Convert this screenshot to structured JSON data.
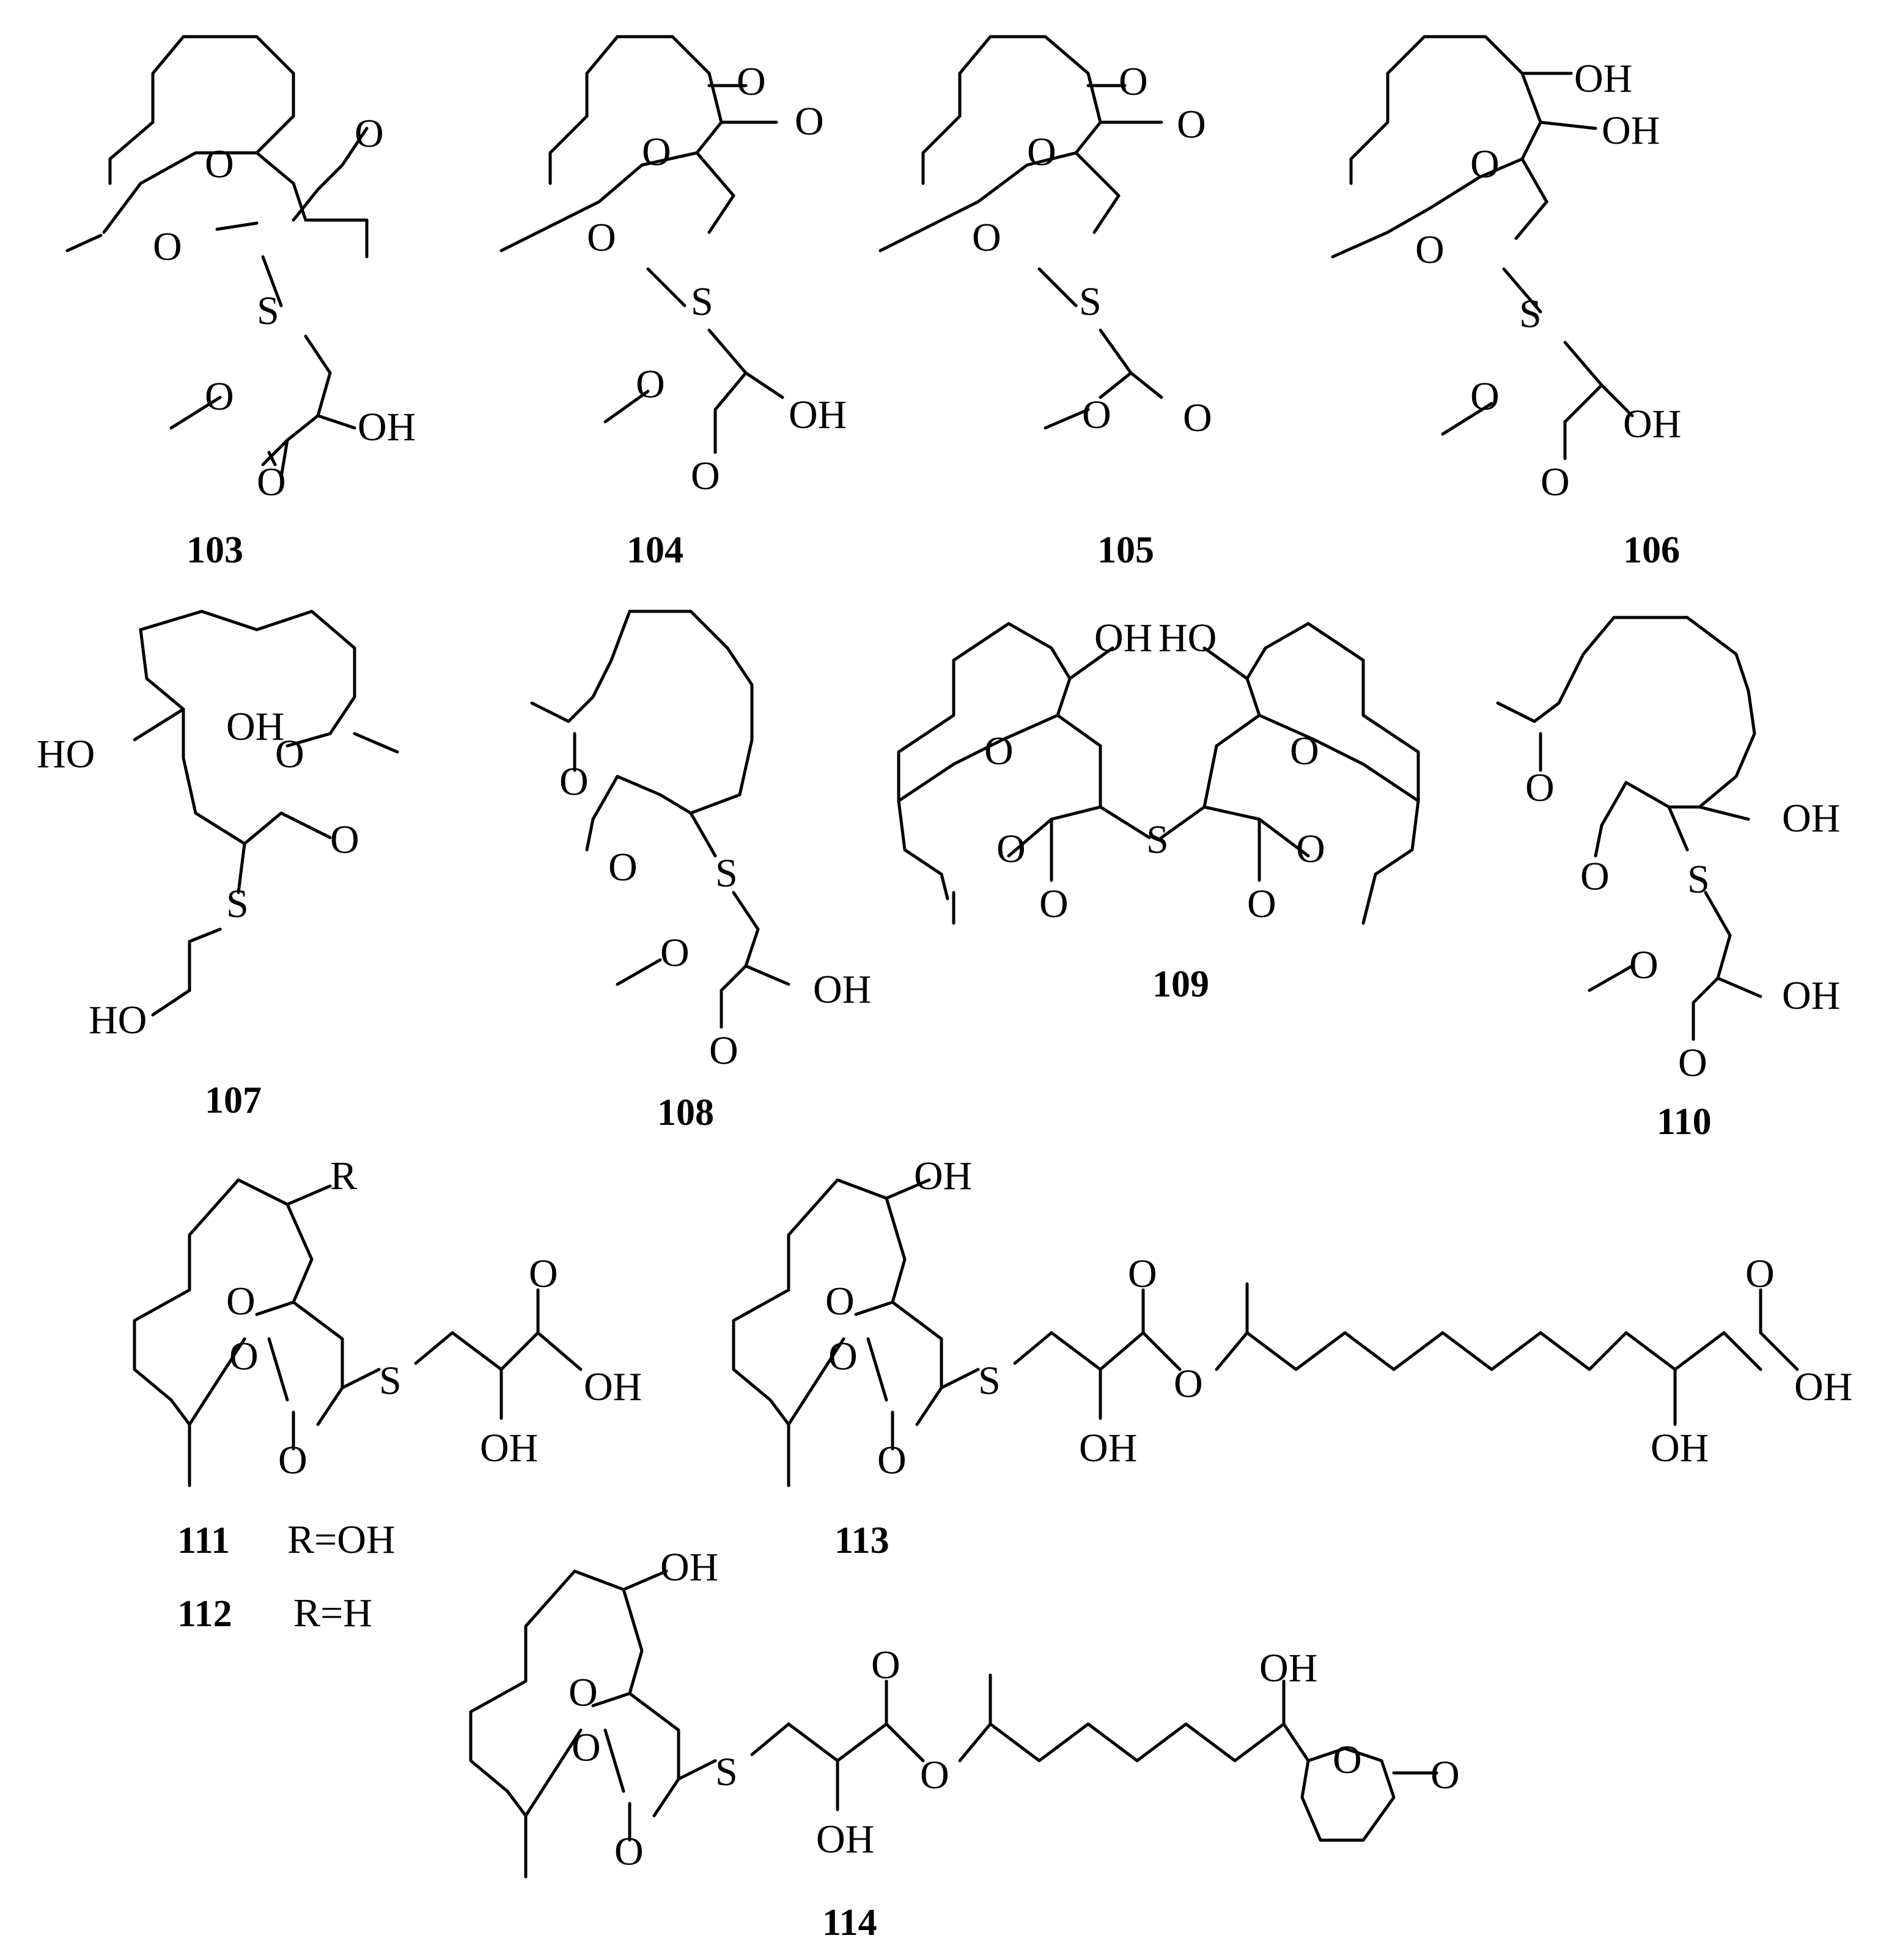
{
  "compounds": [
    {
      "id": "103"
    },
    {
      "id": "104"
    },
    {
      "id": "105"
    },
    {
      "id": "106"
    },
    {
      "id": "107"
    },
    {
      "id": "108"
    },
    {
      "id": "109"
    },
    {
      "id": "110"
    },
    {
      "id": "111"
    },
    {
      "id": "112"
    },
    {
      "id": "113"
    },
    {
      "id": "114"
    }
  ],
  "substituents": [
    {
      "compound": "111",
      "text": "R=OH"
    },
    {
      "compound": "112",
      "text": "R=H"
    }
  ],
  "atom_symbols": {
    "oxygen": "O",
    "sulfur": "S",
    "hydroxyl": "OH",
    "hydroxyl_left": "HO",
    "r_group": "R"
  }
}
